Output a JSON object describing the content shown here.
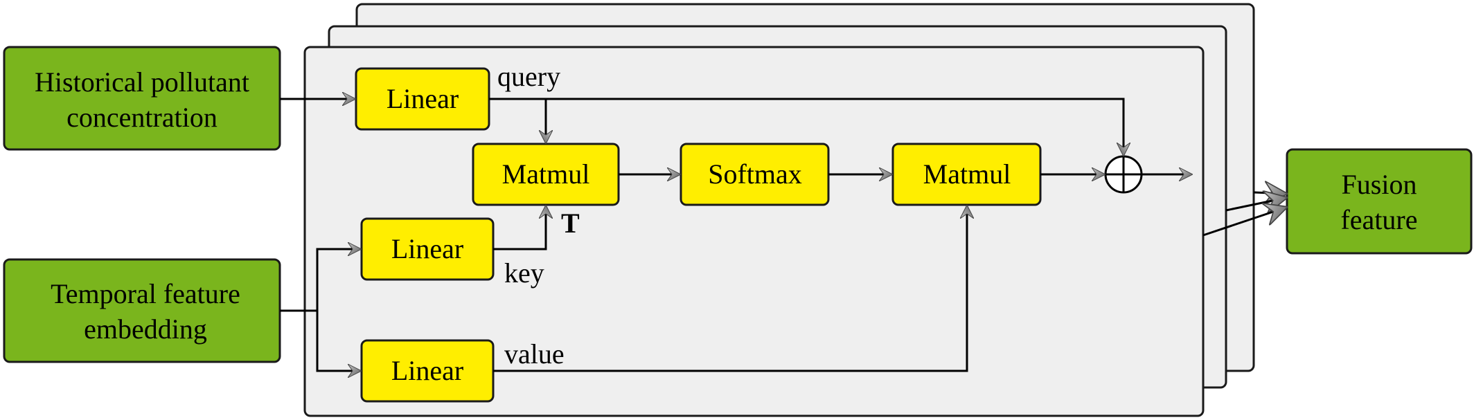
{
  "inputs": {
    "historical": [
      "Historical pollutant",
      "concentration"
    ],
    "temporal": [
      "Temporal feature",
      "embedding"
    ]
  },
  "output": [
    "Fusion",
    "feature"
  ],
  "blocks": {
    "linear_query": "Linear",
    "linear_key": "Linear",
    "linear_value": "Linear",
    "matmul_1": "Matmul",
    "softmax": "Softmax",
    "matmul_2": "Matmul"
  },
  "edge_labels": {
    "query": "query",
    "key": "key",
    "value": "value",
    "transpose": "T"
  },
  "symbols": {
    "add": "add-circle-icon"
  },
  "colors": {
    "input_box": "#7ab51d",
    "op_box": "#ffee00",
    "stack_panel": "#efefef"
  }
}
